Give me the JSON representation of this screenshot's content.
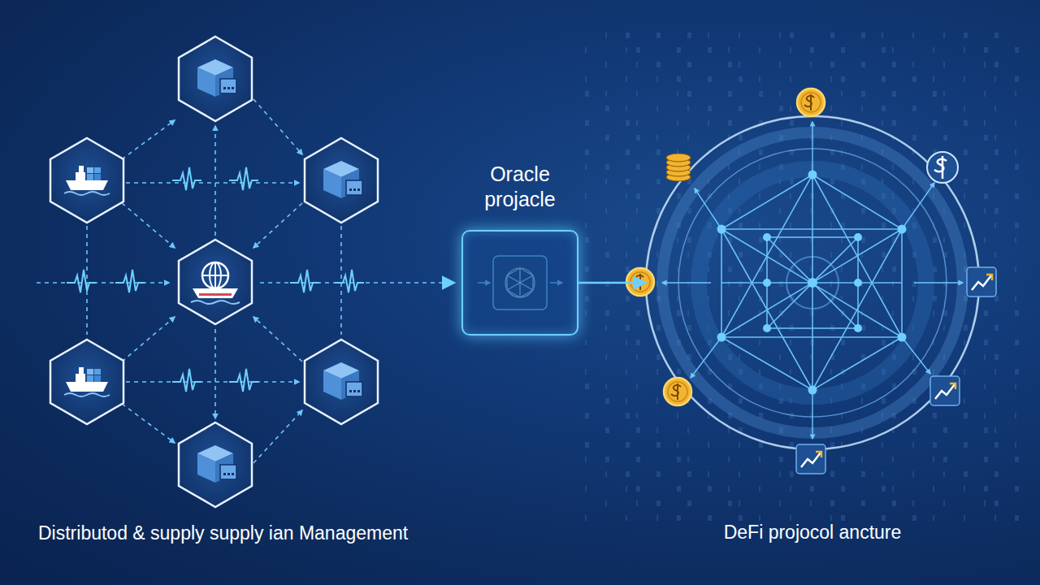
{
  "diagram": {
    "nodes": [
      {
        "text": [
          "Oracle projacle"
        ]
      },
      {
        "text": [
          "DeFi projocol ancture"
        ]
      }
    ],
    "edges": [
      {
        "from": 0,
        "to": 1,
        "arrow": "to"
      }
    ],
    "labels": [
      "Distributod & supply supply ian Management"
    ]
  }
}
